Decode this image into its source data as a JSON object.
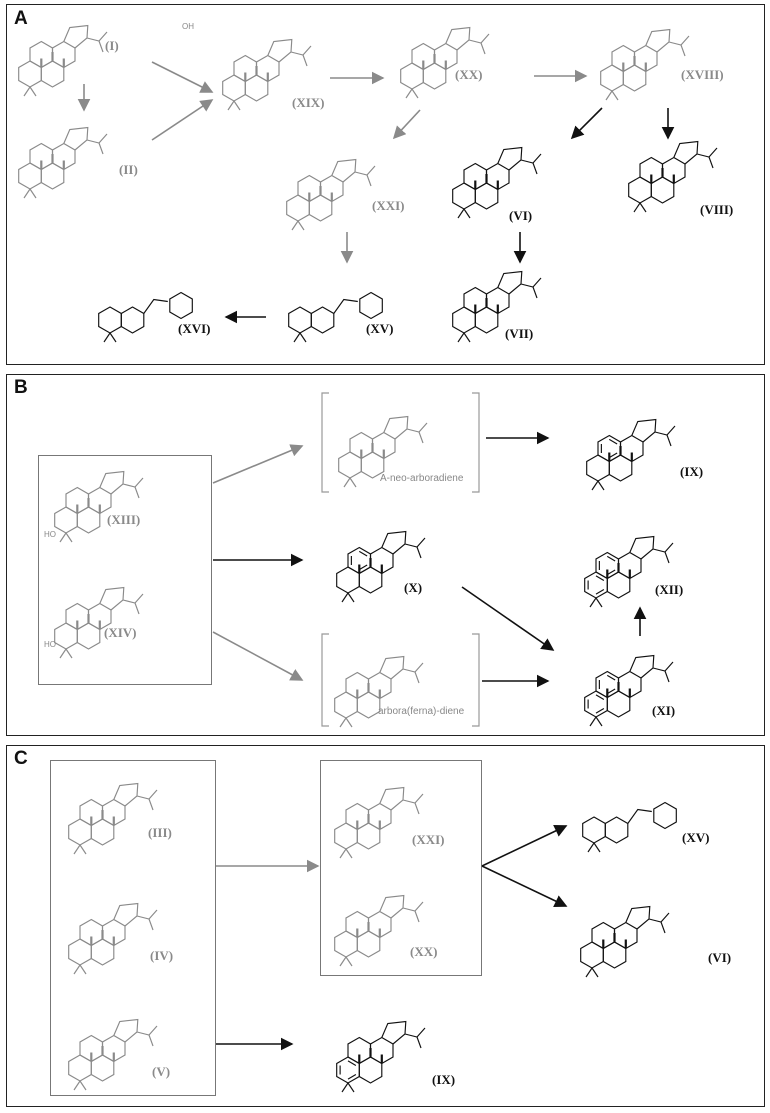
{
  "panels": {
    "a": {
      "letter": "A",
      "labels": {
        "I": "(I)",
        "II": "(II)",
        "XIX": "(XIX)",
        "XX": "(XX)",
        "XVIII": "(XVIII)",
        "XXI": "(XXI)",
        "VI": "(VI)",
        "VIII": "(VIII)",
        "XV": "(XV)",
        "VII": "(VII)",
        "XVI": "(XVI)"
      },
      "oh": "OH"
    },
    "b": {
      "letter": "B",
      "labels": {
        "XIII": "(XIII)",
        "XIV": "(XIV)",
        "IX": "(IX)",
        "X": "(X)",
        "XII": "(XII)",
        "XI": "(XI)"
      },
      "ho1": "HO",
      "ho2": "HO",
      "name_top": "A-neo-arboradiene",
      "name_bottom": "arbora(ferna)-diene"
    },
    "c": {
      "letter": "C",
      "labels": {
        "III": "(III)",
        "IV": "(IV)",
        "V": "(V)",
        "XXI": "(XXI)",
        "XX": "(XX)",
        "XV": "(XV)",
        "VI": "(VI)",
        "IX": "(IX)"
      }
    }
  },
  "colors": {
    "grey": "#8a8a8a",
    "black": "#111111",
    "frame": "#222222"
  }
}
